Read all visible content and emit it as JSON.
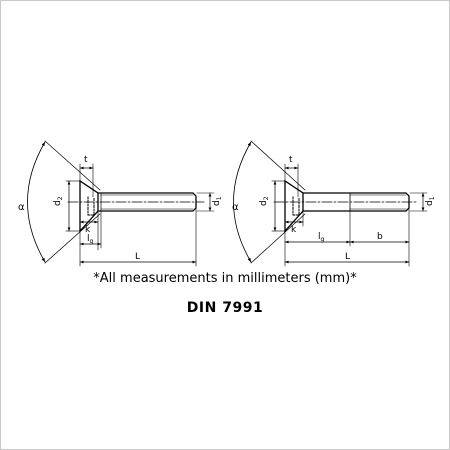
{
  "left_screw": {
    "labels": {
      "angle": "α",
      "head_diameter": "d",
      "head_diameter_sub": "2",
      "thread_diameter": "d",
      "thread_diameter_sub": "1",
      "t": "t",
      "k": "k",
      "lg": "l",
      "lg_sub": "g",
      "length": "L"
    }
  },
  "right_screw": {
    "labels": {
      "angle": "α",
      "head_diameter": "d",
      "head_diameter_sub": "2",
      "thread_diameter": "d",
      "thread_diameter_sub": "1",
      "t": "t",
      "k": "k",
      "lg": "l",
      "lg_sub": "g",
      "thread_length": "b",
      "length": "L"
    }
  },
  "note": "*All measurements in millimeters (mm)*",
  "standard": "DIN 7991",
  "colors": {
    "line": "#000000",
    "frame": "#c8c8c8",
    "background": "#ffffff"
  }
}
